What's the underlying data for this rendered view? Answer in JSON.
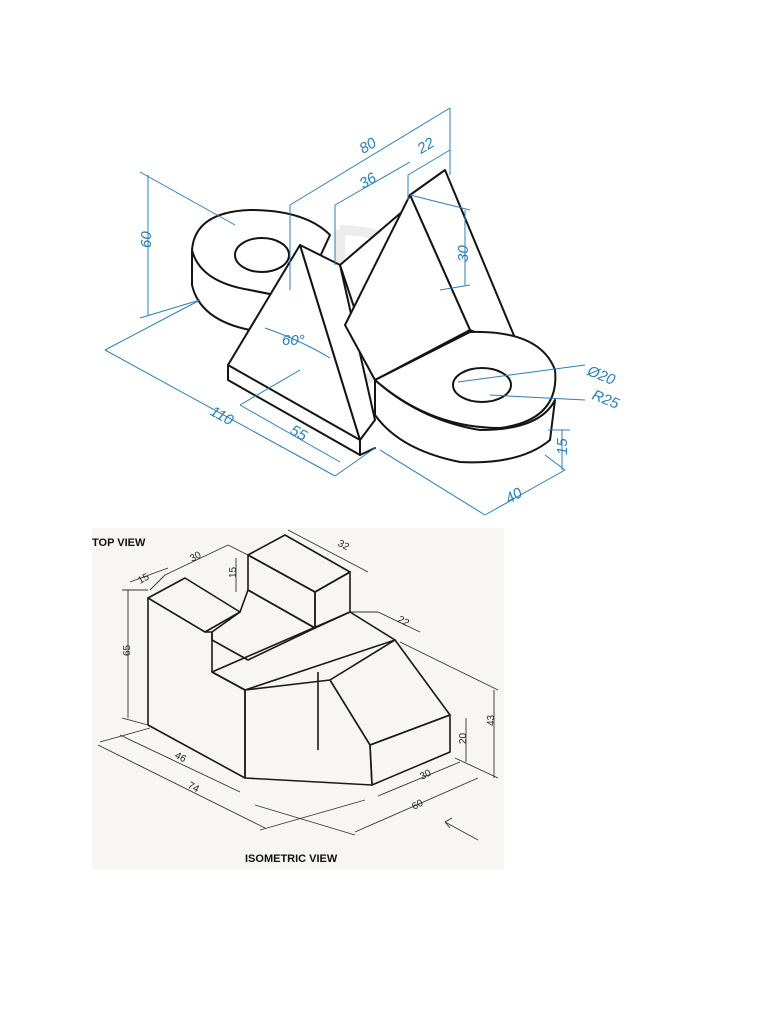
{
  "drawing1": {
    "dims": {
      "d80": "80",
      "d22": "22",
      "d36": "36",
      "d60": "60",
      "d30": "30",
      "d60deg": "60°",
      "d110": "110",
      "d55": "55",
      "d40": "40",
      "d15": "15",
      "dia20": "Ø20",
      "r25": "R25"
    }
  },
  "drawing2": {
    "caption_top": "TOP VIEW",
    "caption_bottom": "ISOMETRIC VIEW",
    "dims": {
      "d30a": "30",
      "d32": "32",
      "d15a": "15",
      "d15b": "15",
      "d65": "65",
      "d22": "22",
      "d43": "43",
      "d20": "20",
      "d30b": "30",
      "d60": "60",
      "d46": "46",
      "d74": "74"
    }
  }
}
